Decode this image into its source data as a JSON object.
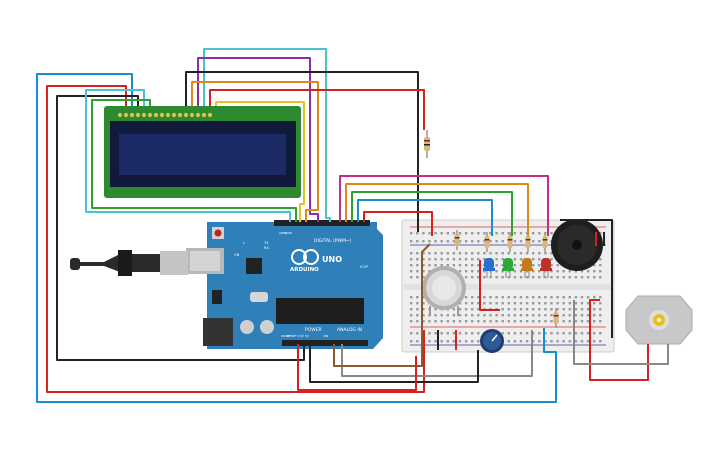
{
  "board": {
    "logo_text": "ARDUINO",
    "model": "UNO",
    "digital_label": "DIGITAL (PWM~)",
    "power_label": "POWER",
    "analog_label": "ANALOG IN",
    "tx_label": "TX",
    "rx_label": "RX",
    "l_label": "L",
    "on_label": "ON",
    "icsp_label": "ICSP",
    "aref_label": "AREF",
    "gnd_label": "GND",
    "reset_label": "RESET",
    "ioref_label": "IOREF",
    "v33_label": "3.3V",
    "v5_label": "5V",
    "vin_label": "VIN"
  },
  "components": {
    "lcd_pins": 16,
    "leds": [
      {
        "color": "#2a6fd0"
      },
      {
        "color": "#2fa83a"
      },
      {
        "color": "#c27a1a"
      },
      {
        "color": "#c0302a"
      }
    ]
  },
  "colors": {
    "board": "#2f7fb8",
    "lcd_frame": "#2e8a2e",
    "lcd_screen": "#1c2a66",
    "breadboard": "#f2f2f2",
    "wire_red": "#d82020",
    "wire_black": "#222222",
    "wire_blue": "#1a8fd0",
    "wire_cyan": "#4fc0d0",
    "wire_purple": "#8a2fa8",
    "wire_orange": "#e0881a",
    "wire_yellow": "#e8c020",
    "wire_green": "#30a030",
    "wire_magenta": "#c0308a",
    "wire_gray": "#888888",
    "wire_brown": "#8a5a30"
  }
}
